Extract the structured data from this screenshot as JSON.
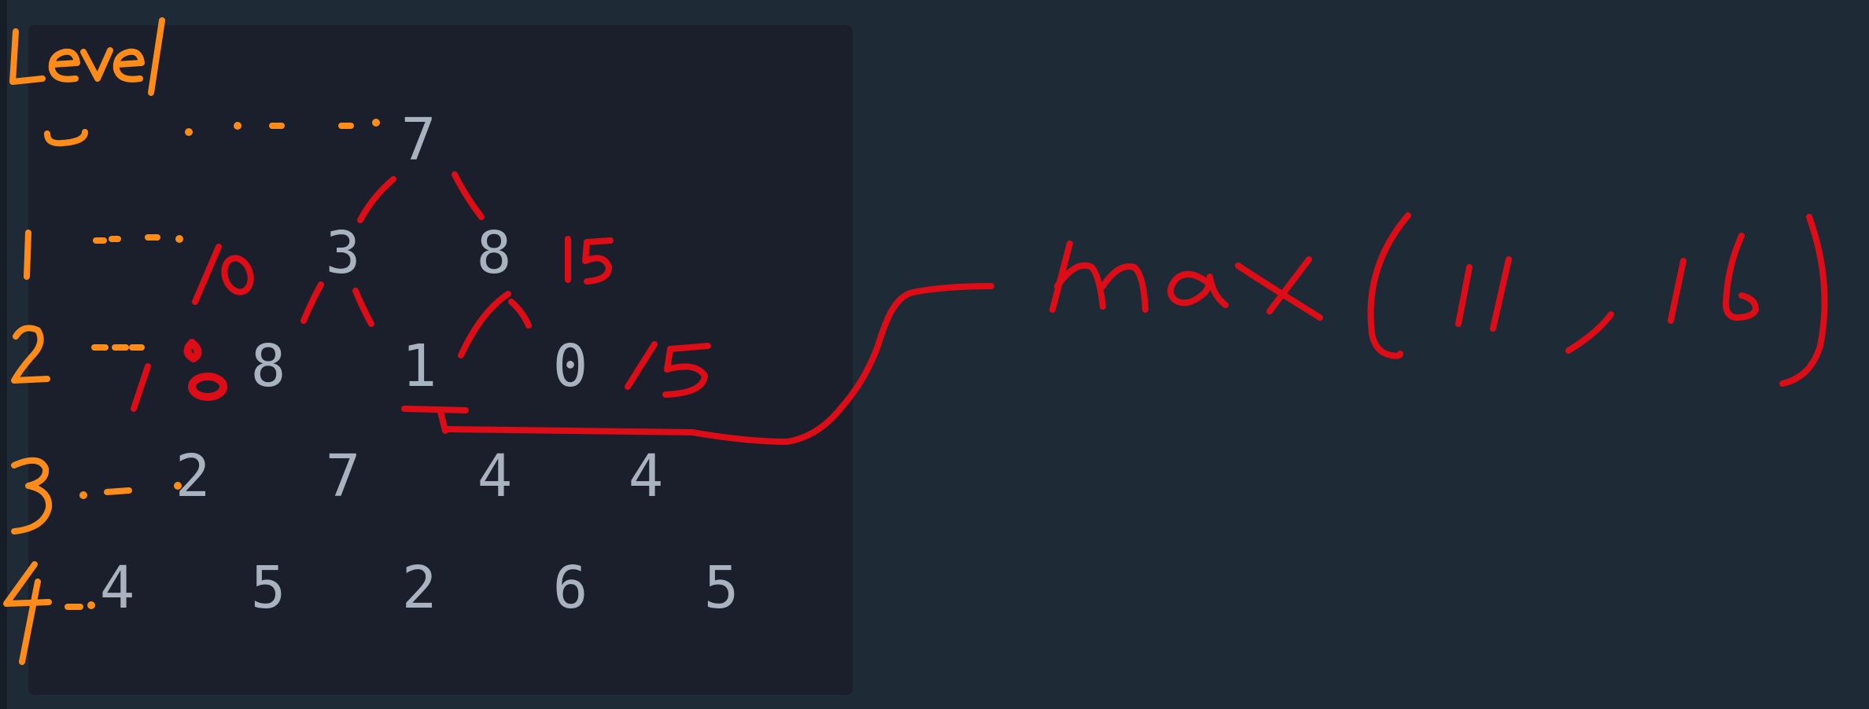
{
  "triangle": {
    "rows": [
      [
        "7"
      ],
      [
        "3",
        "8"
      ],
      [
        "8",
        "1",
        "0"
      ],
      [
        "2",
        "7",
        "4",
        "4"
      ],
      [
        "4",
        "5",
        "2",
        "6",
        "5"
      ]
    ]
  },
  "annotations": {
    "level_heading": "Level",
    "level_numbers": [
      "0",
      "1",
      "2",
      "3",
      "4"
    ],
    "path_sums": {
      "row1_left": "10",
      "row1_right": "15",
      "row2_left": "10",
      "row2_right": "15"
    },
    "formula": "max(11, 16)",
    "colors": {
      "level_ink": "#ff8c1a",
      "sum_ink": "#dc0d17",
      "number_text": "#a9b3bf",
      "panel": "#1a1f2b",
      "background": "#1f2a37"
    }
  }
}
